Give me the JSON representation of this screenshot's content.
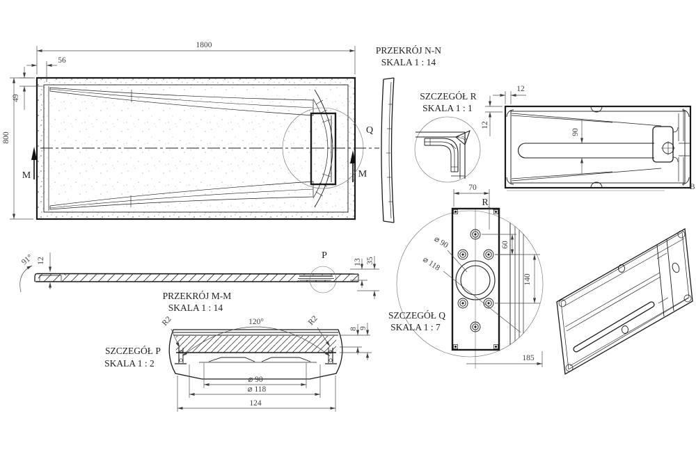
{
  "colors": {
    "background": "#ffffff",
    "object_line": "#1a1a1a",
    "dimension_line": "#4a4a4a",
    "speckle": "#a8a8a8"
  },
  "plan": {
    "d1800": "1800",
    "d56": "56",
    "d49": "49",
    "d800": "800",
    "m_left": "M",
    "m_right": "M",
    "q_label": "Q"
  },
  "nn": {
    "title": "PRZEKRÓJ N-N",
    "scale": "SKALA 1 : 14"
  },
  "r": {
    "title": "SZCZEGÓŁ R",
    "scale": "SKALA 1 : 1"
  },
  "bottom": {
    "d12h": "12",
    "d12v": "12",
    "d90": "90",
    "b_label": "B"
  },
  "q": {
    "title": "SZCZEGÓŁ Q",
    "scale": "SKALA 1 : 7",
    "d70": "70",
    "r_label": "R",
    "d90": "⌀ 90",
    "d118": "⌀ 118",
    "d60": "60",
    "d140": "140",
    "d185": "185"
  },
  "mm": {
    "title": "PRZEKRÓJ M-M",
    "scale": "SKALA 1 : 14",
    "angle": "91°",
    "d12": "12",
    "p_label": "P",
    "d13": "13",
    "d35": "35"
  },
  "p": {
    "title": "SZCZEGÓŁ P",
    "scale": "SKALA 1 : 2",
    "angle": "120°",
    "r2_left": "R2",
    "r2_right": "R2",
    "d8": "8",
    "d9": "9",
    "d90": "⌀ 90",
    "d118": "⌀ 118",
    "d124": "124"
  }
}
